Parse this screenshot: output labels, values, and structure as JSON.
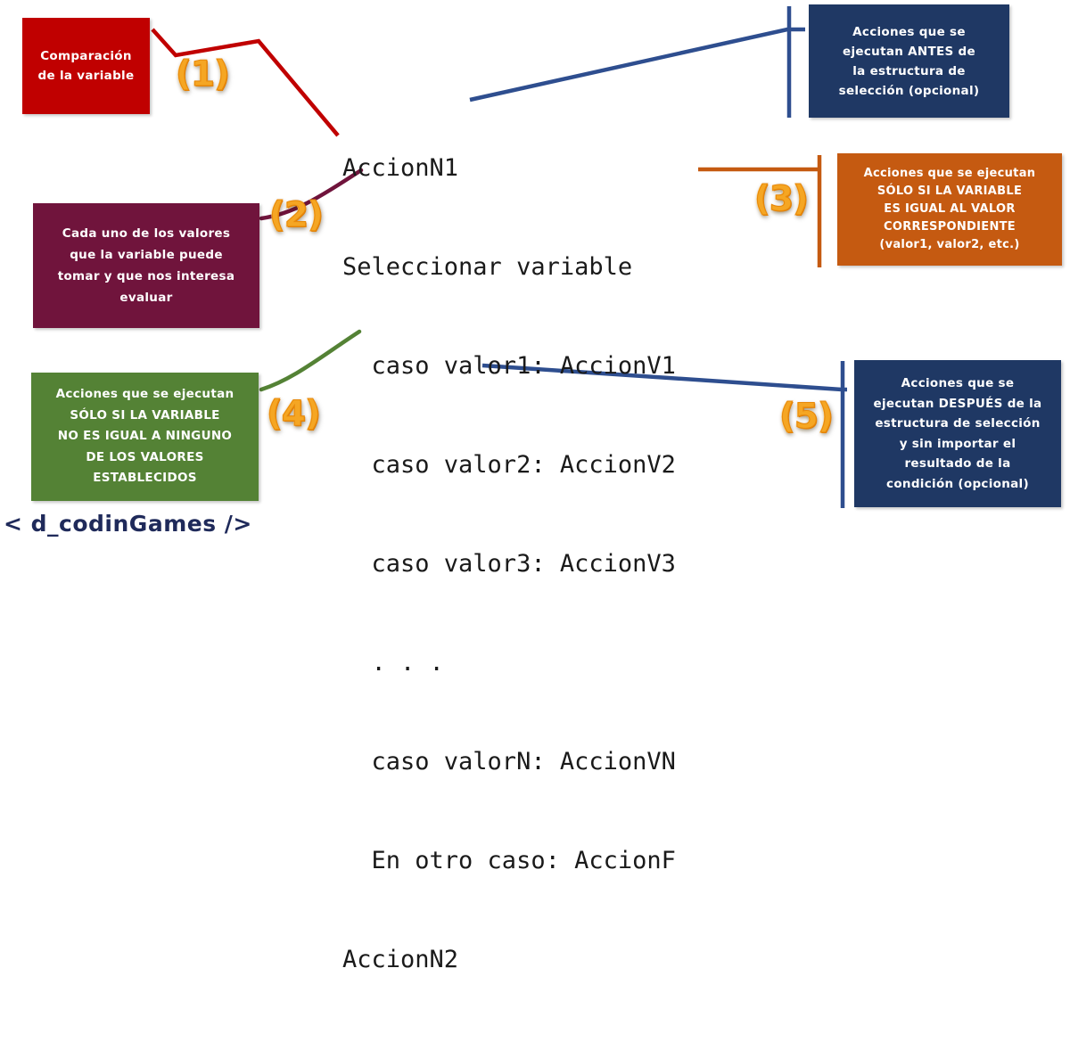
{
  "diagram": {
    "title": "Estructura de seleccion multiple - pseudocodigo",
    "logo": "< d_codinGames />",
    "code_lines": [
      "AccionN1",
      "Seleccionar variable",
      "  caso valor1: AccionV1",
      "  caso valor2: AccionV2",
      "  caso valor3: AccionV3",
      "  . . .",
      "  caso valorN: AccionVN",
      "  En otro caso: AccionF",
      "AccionN2"
    ],
    "badges": [
      {
        "id": 1,
        "label": "(1)"
      },
      {
        "id": 2,
        "label": "(2)"
      },
      {
        "id": 3,
        "label": "(3)"
      },
      {
        "id": 4,
        "label": "(4)"
      },
      {
        "id": 5,
        "label": "(5)"
      }
    ],
    "notes": [
      {
        "key": "compare",
        "color": "#C00000",
        "badge": "(1)",
        "lines": [
          "Comparación",
          "de la variable"
        ],
        "text": "Comparación\nde la variable"
      },
      {
        "key": "before",
        "color": "#1F3864",
        "badge": "",
        "lines": [
          "Acciones que se",
          "ejecutan ANTES de",
          "la estructura de",
          "selección (opcional)"
        ],
        "text": "Acciones que se\nejecutan ANTES de\nla estructura de\nselección (opcional)"
      },
      {
        "key": "case",
        "color": "#C55A11",
        "badge": "(3)",
        "lines": [
          "Acciones que se ejecutan",
          "SÓLO SI LA VARIABLE",
          "ES IGUAL AL VALOR",
          "CORRESPONDIENTE",
          "(valor1, valor2, etc.)"
        ],
        "text": "Acciones que se ejecutan\nSÓLO SI LA VARIABLE\nES IGUAL AL VALOR\nCORRESPONDIENTE\n(valor1, valor2, etc.)"
      },
      {
        "key": "values",
        "color": "#70143C",
        "badge": "(2)",
        "lines": [
          "Cada uno de los valores",
          "que la variable puede",
          "tomar y que nos interesa",
          "evaluar"
        ],
        "text": "Cada uno de los valores\nque la variable puede\ntomar y que nos interesa\nevaluar"
      },
      {
        "key": "default",
        "color": "#548235",
        "badge": "(4)",
        "lines": [
          "Acciones que se ejecutan",
          "SÓLO SI LA VARIABLE",
          "NO ES IGUAL A NINGUNO",
          "DE LOS VALORES",
          "ESTABLECIDOS"
        ],
        "text": "Acciones que se ejecutan\nSÓLO SI LA VARIABLE\nNO ES IGUAL A NINGUNO\nDE LOS VALORES\nESTABLECIDOS"
      },
      {
        "key": "after",
        "color": "#1F3864",
        "badge": "(5)",
        "lines": [
          "Acciones que se",
          "ejecutan DESPUÉS de la",
          "estructura de selección",
          "y sin importar el",
          "resultado de la",
          "condición (opcional)"
        ],
        "text": "Acciones que se\nejecutan DESPUÉS de la\nestructura de selección\ny sin importar el\nresultado de la\ncondición (opcional)"
      }
    ],
    "connector_colors": {
      "red": "#C00000",
      "navy": "#2E4E8F",
      "orange": "#C55A11",
      "plum": "#70143C",
      "green": "#548235"
    }
  }
}
